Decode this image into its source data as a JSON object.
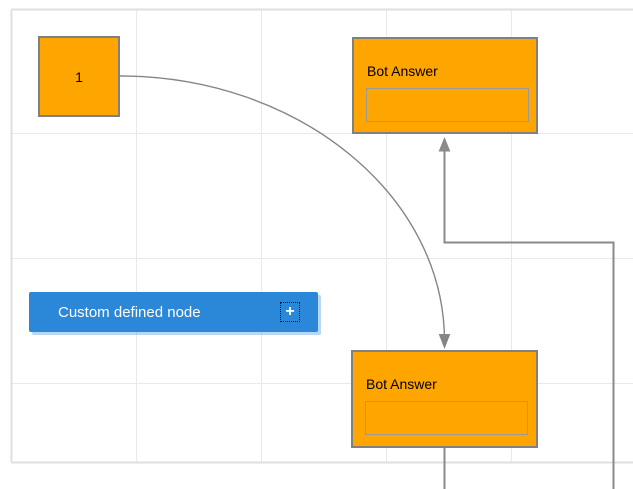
{
  "diagram": {
    "nodes": {
      "start": {
        "label": "1"
      },
      "bot_answer_top": {
        "title": "Bot Answer",
        "field_value": ""
      },
      "bot_answer_bottom": {
        "title": "Bot Answer",
        "field_value": ""
      },
      "custom_node": {
        "label": "Custom defined node",
        "add_icon": "+"
      }
    },
    "connectors": [
      {
        "from": "start",
        "to": "bot_answer_bottom",
        "style": "curved",
        "arrow": "target"
      },
      {
        "from": "bot_answer_bottom",
        "to": "bot_answer_top",
        "style": "orthogonal",
        "arrow": "target"
      }
    ],
    "colors": {
      "node_fill": "#ffa500",
      "node_border": "#808080",
      "field_border": "#9b9b9b",
      "custom_node_fill": "#2b87d8",
      "connector": "#858585",
      "grid_line": "#e9e9e9",
      "canvas_border": "#dfdfdf",
      "label_dark": "#000000",
      "label_light": "#ffffff"
    }
  }
}
